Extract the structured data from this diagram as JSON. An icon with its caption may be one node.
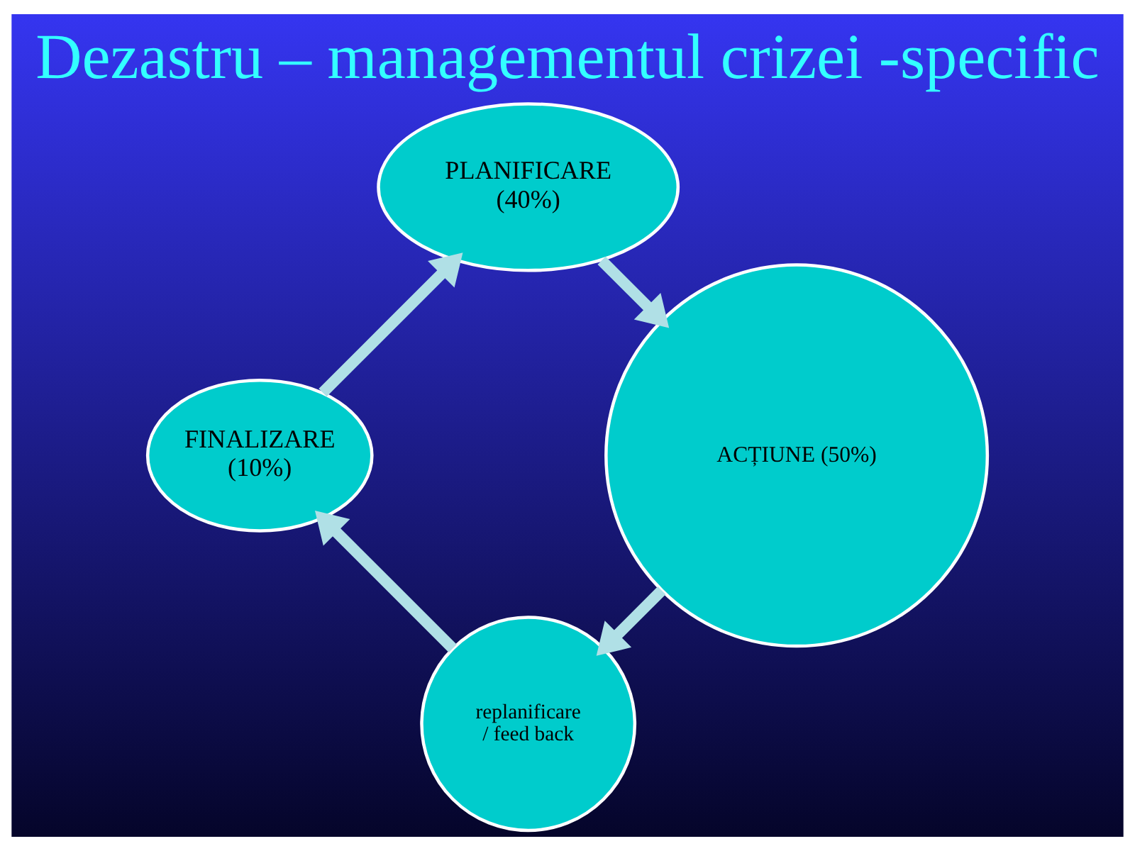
{
  "diagram": {
    "title": "Dezastru – managementul crizei -specific",
    "nodes": [
      {
        "text": [
          "PLANIFICARE (40%)"
        ]
      },
      {
        "text": [
          "ACȚIUNE (50%)"
        ]
      },
      {
        "text": [
          "replanificare / feed back"
        ]
      },
      {
        "text": [
          "FINALIZARE (10%)"
        ]
      }
    ],
    "edges": [
      {
        "from": 0,
        "to": 1,
        "arrow": "to"
      },
      {
        "from": 1,
        "to": 2,
        "arrow": "to"
      },
      {
        "from": 2,
        "to": 3,
        "arrow": "to"
      },
      {
        "from": 3,
        "to": 0,
        "arrow": "to"
      }
    ]
  }
}
